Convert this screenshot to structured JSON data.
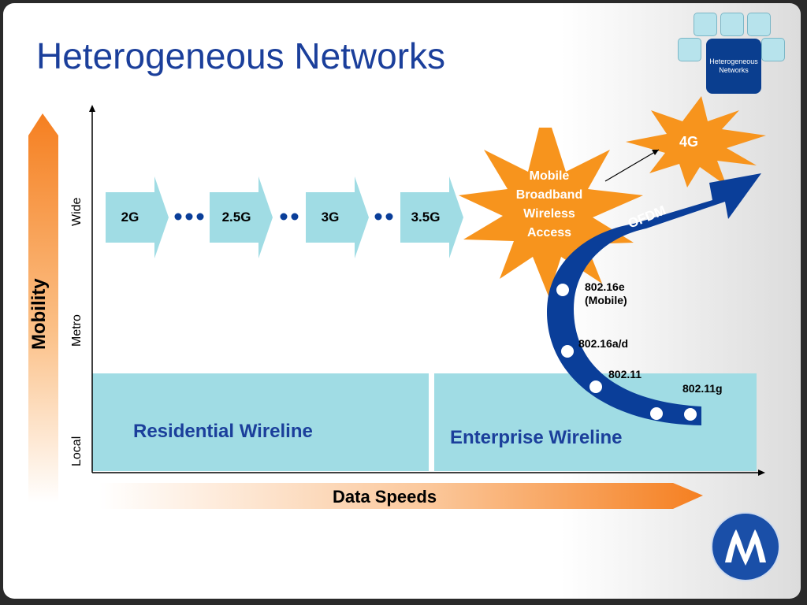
{
  "title": "Heterogeneous Networks",
  "logo_box": {
    "line1": "Heterogeneous",
    "line2": "Networks"
  },
  "y_axis": {
    "label": "Mobility",
    "levels": [
      "Wide",
      "Metro",
      "Local"
    ]
  },
  "x_axis": {
    "label": "Data Speeds"
  },
  "generations": [
    "2G",
    "2.5G",
    "3G",
    "3.5G"
  ],
  "burst_mbwa": [
    "Mobile",
    "Broadband",
    "Wireless",
    "Access"
  ],
  "burst_4g": "4G",
  "ofdm_label": "OFDM",
  "standards": {
    "s80216e_line1": "802.16e",
    "s80216e_line2": "(Mobile)",
    "s80216ad": "802.16a/d",
    "s80211": "802.11",
    "s80211g": "802.11g"
  },
  "zones": {
    "residential": "Residential Wireline",
    "enterprise": "Enterprise Wireline"
  },
  "colors": {
    "title": "#1b3f9b",
    "zone": "#a0dce4",
    "chevron": "#a0dce4",
    "burst": "#f7941d",
    "ofdm_arrow": "#0a3e99",
    "mobility_arrow": "#f57f20"
  }
}
